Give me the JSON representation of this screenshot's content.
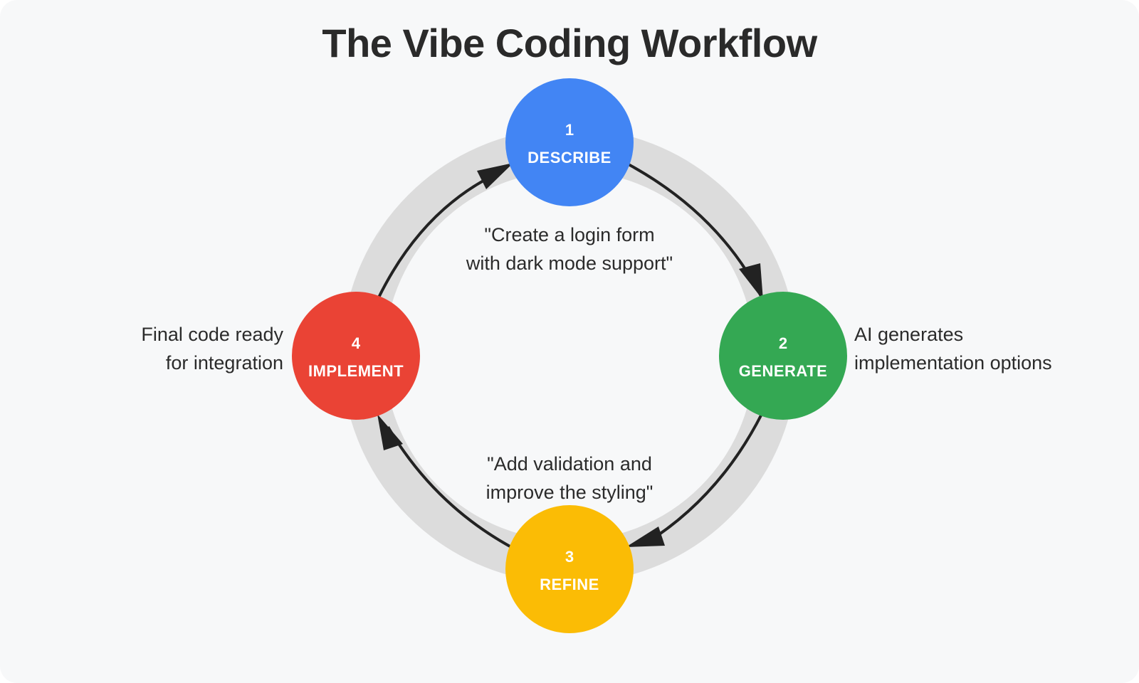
{
  "title": "The Vibe Coding Workflow",
  "colors": {
    "background": "#f7f8f9",
    "ring": "#dcdcdc",
    "arrow": "#222222",
    "describe": "#4285f4",
    "generate": "#34a853",
    "refine": "#fbbc05",
    "implement": "#ea4335"
  },
  "steps": [
    {
      "number": "1",
      "label": "DESCRIBE"
    },
    {
      "number": "2",
      "label": "GENERATE"
    },
    {
      "number": "3",
      "label": "REFINE"
    },
    {
      "number": "4",
      "label": "IMPLEMENT"
    }
  ],
  "notes": {
    "describe": {
      "line1": "\"Create a login form",
      "line2": "with dark mode support\""
    },
    "generate": {
      "line1": "AI generates",
      "line2": "implementation options"
    },
    "refine": {
      "line1": "\"Add validation and",
      "line2": "improve the styling\""
    },
    "implement": {
      "line1": "Final code ready",
      "line2": "for integration"
    }
  }
}
